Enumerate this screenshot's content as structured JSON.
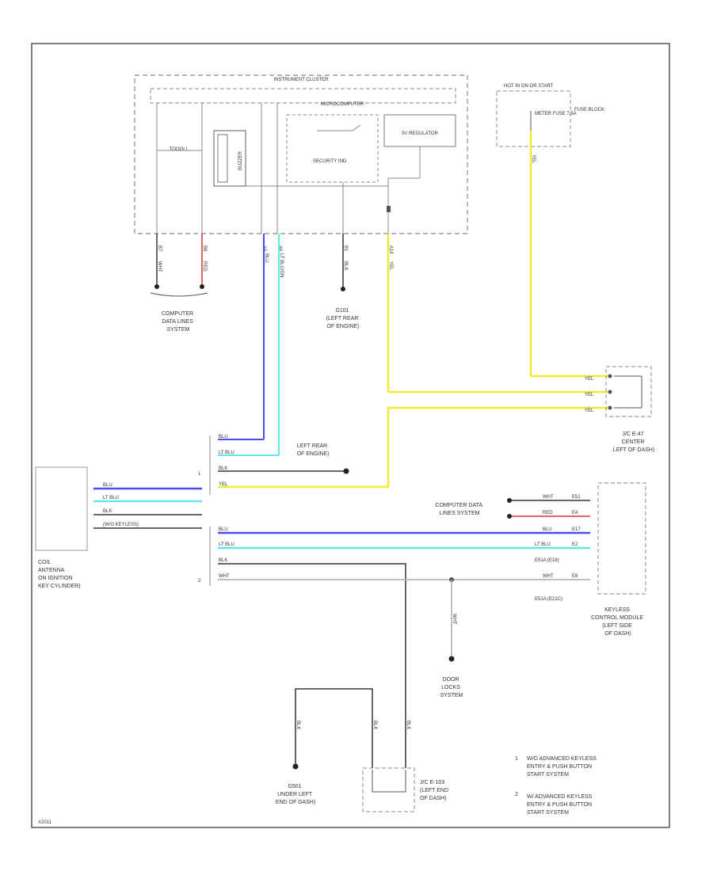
{
  "cluster": {
    "title": "INSTRUMENT CLUSTER",
    "micro_title": "MICROCOMPUTER",
    "mid_label": "TOOOLI",
    "buzzer_label": "BUZZER",
    "security_label": "SECURITY IND",
    "regulator_label": "5V REGULATOR",
    "pin1": "B7",
    "pin2": "B8",
    "pin3": "A5",
    "pin4": "A6",
    "pin5": "B1",
    "pin6": "A14"
  },
  "fuse": {
    "hot": "HOT IN ON OR START",
    "block": "FUSE BLOCK",
    "fuse": "METER FUSE 7.5A"
  },
  "wires": {
    "wht": "WHT",
    "red": "RED",
    "blu": "BLU",
    "ltblu": "LT BLU",
    "blk": "BLK",
    "yel": "YEL",
    "ltblu_gn": "LT BLU/GN"
  },
  "grounds": {
    "g1": "G101 (LEFT REAR OF ENGINE)",
    "g1a": "G101",
    "g1b": "(LEFT REAR",
    "g1c": "OF ENGINE)",
    "g2a": "LEFT REAR",
    "g2b": "OF ENGINE)",
    "g3a": "G501",
    "g3b": "UNDER LEFT",
    "g3c": "END OF DASH)"
  },
  "refs": {
    "computer_a": "COMPUTER",
    "computer_b": "DATA LINES",
    "computer_c": "SYSTEM",
    "computer_inline_a": "COMPUTER DATA",
    "computer_inline_b": "LINES SYSTEM",
    "door_a": "DOOR",
    "door_b": "LOCKS",
    "door_c": "SYSTEM"
  },
  "jc_left": {
    "a": "J/C E-47",
    "b": "CENTER",
    "c": "LEFT OF DASH)"
  },
  "jc_bottom": {
    "a": "J/C E-103",
    "b": "(LEFT END",
    "c": "OF DASH)"
  },
  "coil": {
    "a": "COIL",
    "b": "ANTENNA",
    "c": "ON IGNITION",
    "d": "KEY CYLINDER)",
    "e": "(W/O KEYLESS)"
  },
  "keyless": {
    "a": "KEYLESS",
    "b": "CONTROL MODULE",
    "c": "(LEFT SIDE",
    "d": "OF DASH)"
  },
  "kl_pins": {
    "p1": "E51",
    "p2": "E4",
    "p3": "E17",
    "p4": "E2",
    "p5": "E8",
    "p6": "E51A (E18)",
    "p7": "E51A (E21C)"
  },
  "notes": {
    "n1_num": "1",
    "n1a": "W/O ADVANCED KEYLESS",
    "n1b": "ENTRY & PUSH BUTTON",
    "n1c": "START SYSTEM",
    "n2_num": "2",
    "n2a": "W/ ADVANCED KEYLESS",
    "n2b": "ENTRY & PUSH BUTTON",
    "n2c": "START SYSTEM"
  },
  "footer": "X2011",
  "colors": {
    "blue": "#4a4af0",
    "cyan": "#5ee8ee",
    "yellow": "#f2ea2c",
    "red": "#e03030",
    "black": "#333333",
    "gray": "#9a9a9a"
  }
}
